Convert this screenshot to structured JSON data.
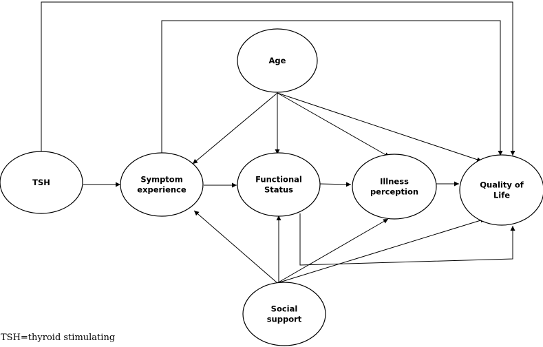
{
  "nodes": {
    "age": {
      "lines": [
        "Age"
      ]
    },
    "tsh": {
      "lines": [
        "TSH"
      ]
    },
    "symptom": {
      "lines": [
        "Symptom",
        "experience"
      ]
    },
    "functional": {
      "lines": [
        "Functional",
        "Status"
      ]
    },
    "illness": {
      "lines": [
        "Illness",
        "perception"
      ]
    },
    "qol": {
      "lines": [
        "Quality of",
        "Life"
      ]
    },
    "social": {
      "lines": [
        "Social",
        "support"
      ]
    }
  },
  "edges": [
    {
      "from": "tsh",
      "to": "symptom"
    },
    {
      "from": "symptom",
      "to": "functional"
    },
    {
      "from": "functional",
      "to": "illness"
    },
    {
      "from": "illness",
      "to": "qol"
    },
    {
      "from": "age",
      "to": "symptom"
    },
    {
      "from": "age",
      "to": "functional"
    },
    {
      "from": "age",
      "to": "illness"
    },
    {
      "from": "age",
      "to": "qol"
    },
    {
      "from": "tsh",
      "to": "qol"
    },
    {
      "from": "symptom",
      "to": "qol"
    },
    {
      "from": "social",
      "to": "symptom"
    },
    {
      "from": "social",
      "to": "functional"
    },
    {
      "from": "social",
      "to": "illness"
    },
    {
      "from": "social",
      "to": "qol"
    },
    {
      "from": "functional",
      "to": "qol"
    }
  ],
  "footnote": "TSH=thyroid stimulating"
}
